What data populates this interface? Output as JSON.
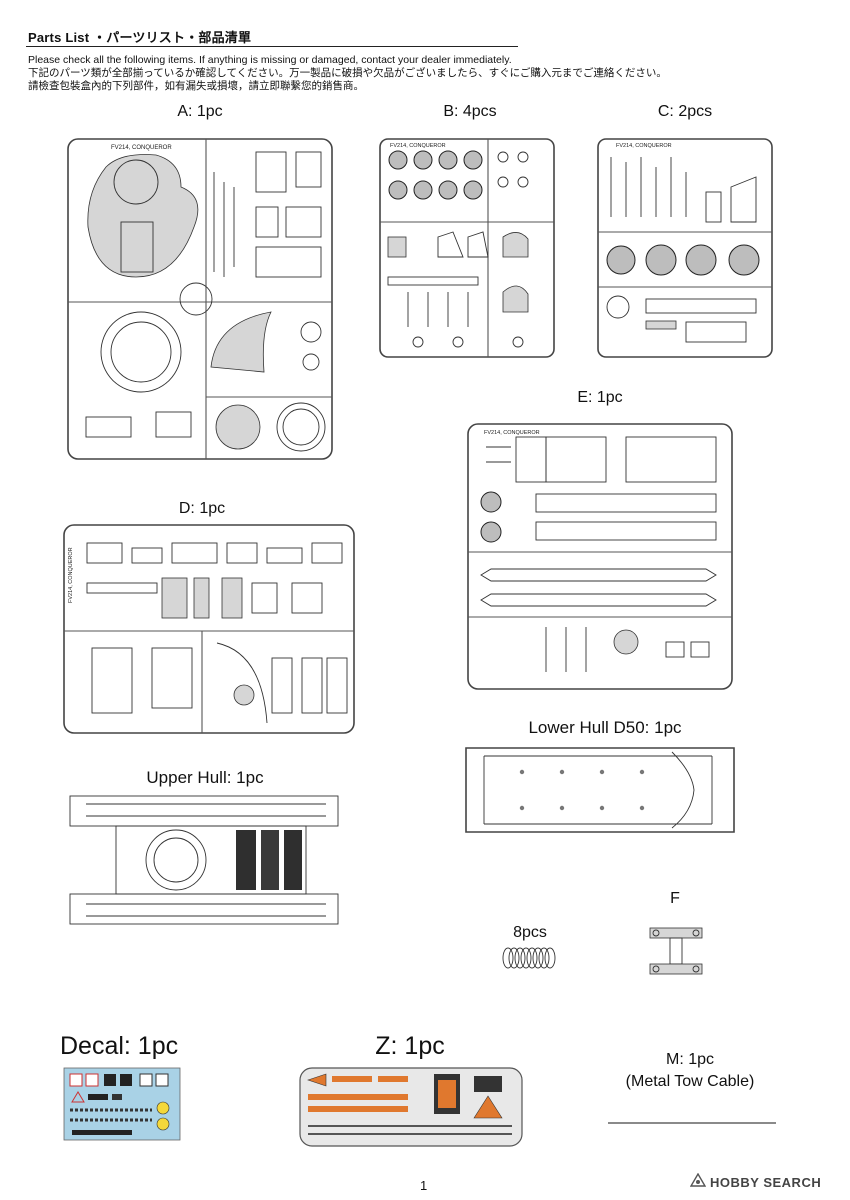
{
  "header": {
    "title": "Parts List ・パーツリスト・部品清單",
    "instructions": [
      "Please check all the following items. If anything is missing or damaged, contact your dealer immediately.",
      "下記のパーツ類が全部揃っているか確認してください。万一製品に破損や欠品がございましたら、すぐにご購入元までご連絡ください。",
      "請檢查包裝盒內的下列部件，如有漏失或損壞，請立即聯繫您的銷售商。"
    ]
  },
  "sprues": {
    "a": {
      "label": "A: 1pc",
      "tag": "FV214, CONQUEROR"
    },
    "b": {
      "label": "B: 4pcs",
      "tag": "FV214, CONQUEROR"
    },
    "c": {
      "label": "C: 2pcs",
      "tag": "FV214, CONQUEROR"
    },
    "d": {
      "label": "D: 1pc",
      "tag": "FV214, CONQUEROR"
    },
    "e": {
      "label": "E: 1pc",
      "tag": "FV214, CONQUEROR"
    }
  },
  "parts": {
    "lower_hull": "Lower Hull D50: 1pc",
    "upper_hull": "Upper Hull: 1pc",
    "springs": "8pcs",
    "f": "F",
    "decal": "Decal: 1pc",
    "z": "Z: 1pc",
    "m_line1": "M: 1pc",
    "m_line2": "(Metal Tow Cable)"
  },
  "footer": {
    "page_number": "1",
    "watermark": "HOBBY SEARCH"
  },
  "colors": {
    "decal_blue": "#a9d2e6",
    "decal_yellow": "#f4d83a",
    "etch_orange": "#e0782e",
    "sprue_stroke": "#444444"
  },
  "icons": [
    "hobby-search-logo-icon"
  ]
}
